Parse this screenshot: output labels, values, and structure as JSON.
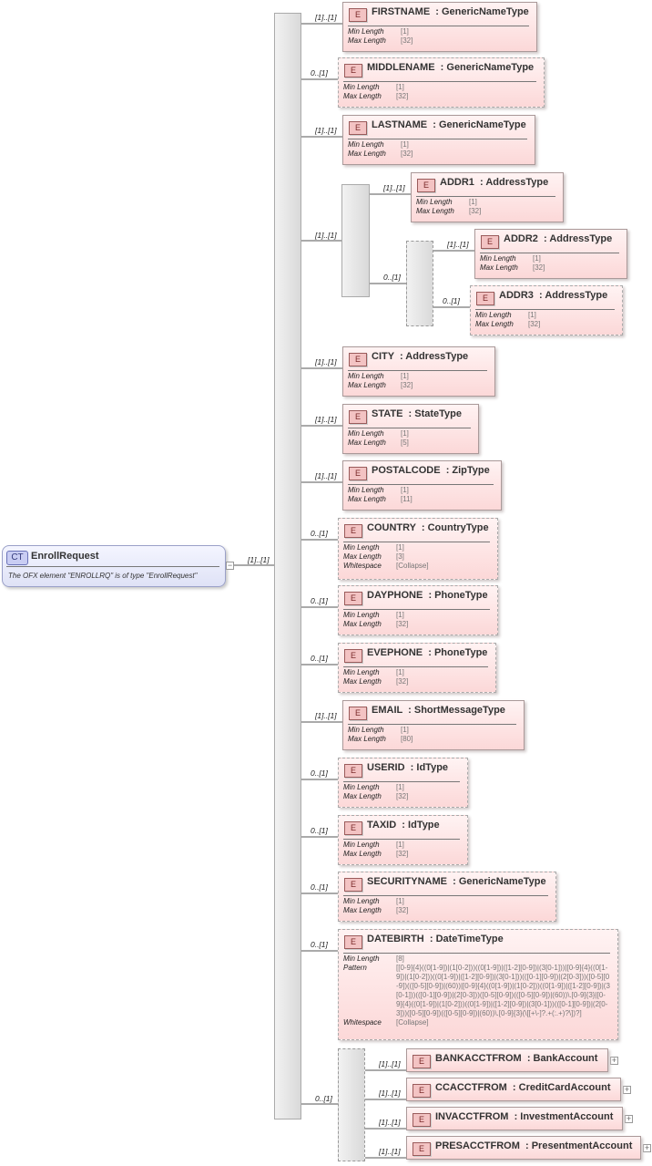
{
  "complex_type": {
    "badge": "CT",
    "name": "EnrollRequest",
    "documentation": "The OFX element \"ENROLLRQ\" is of type \"EnrollRequest\"",
    "cardinality": "[1]..[1]"
  },
  "element_badge": "E",
  "labels": {
    "min_length": "Min Length",
    "max_length": "Max Length",
    "pattern": "Pattern",
    "whitespace": "Whitespace"
  },
  "elements": [
    {
      "name": "FIRSTNAME",
      "type": "GenericNameType",
      "card": "[1]..[1]",
      "min": "[1]",
      "max": "[32]"
    },
    {
      "name": "MIDDLENAME",
      "type": "GenericNameType",
      "card": "0..[1]",
      "min": "[1]",
      "max": "[32]"
    },
    {
      "name": "LASTNAME",
      "type": "GenericNameType",
      "card": "[1]..[1]",
      "min": "[1]",
      "max": "[32]"
    },
    {
      "name": "ADDR1",
      "type": "AddressType",
      "card": "[1]..[1]",
      "min": "[1]",
      "max": "[32]"
    },
    {
      "name": "ADDR2",
      "type": "AddressType",
      "card": "[1]..[1]",
      "min": "[1]",
      "max": "[32]"
    },
    {
      "name": "ADDR3",
      "type": "AddressType",
      "card": "0..[1]",
      "min": "[1]",
      "max": "[32]"
    },
    {
      "name": "CITY",
      "type": "AddressType",
      "card": "[1]..[1]",
      "min": "[1]",
      "max": "[32]"
    },
    {
      "name": "STATE",
      "type": "StateType",
      "card": "[1]..[1]",
      "min": "[1]",
      "max": "[5]"
    },
    {
      "name": "POSTALCODE",
      "type": "ZipType",
      "card": "[1]..[1]",
      "min": "[1]",
      "max": "[11]"
    },
    {
      "name": "COUNTRY",
      "type": "CountryType",
      "card": "0..[1]",
      "min": "[1]",
      "max": "[3]",
      "whitespace": "[Collapse]"
    },
    {
      "name": "DAYPHONE",
      "type": "PhoneType",
      "card": "0..[1]",
      "min": "[1]",
      "max": "[32]"
    },
    {
      "name": "EVEPHONE",
      "type": "PhoneType",
      "card": "0..[1]",
      "min": "[1]",
      "max": "[32]"
    },
    {
      "name": "EMAIL",
      "type": "ShortMessageType",
      "card": "[1]..[1]",
      "min": "[1]",
      "max": "[80]"
    },
    {
      "name": "USERID",
      "type": "IdType",
      "card": "0..[1]",
      "min": "[1]",
      "max": "[32]"
    },
    {
      "name": "TAXID",
      "type": "IdType",
      "card": "0..[1]",
      "min": "[1]",
      "max": "[32]"
    },
    {
      "name": "SECURITYNAME",
      "type": "GenericNameType",
      "card": "0..[1]",
      "min": "[1]",
      "max": "[32]"
    },
    {
      "name": "DATEBIRTH",
      "type": "DateTimeType",
      "card": "0..[1]",
      "min": "[8]",
      "pattern": "[[0-9]{4}((0[1-9])|(1[0-2]))((0[1-9])|([1-2][0-9])|(3[0-1]))|[0-9]{4}((0[1-9])|(1[0-2]))((0[1-9])|([1-2][0-9])|(3[0-1]))(([0-1][0-9])|(2[0-3]))([0-5][0-9])(([0-5][0-9])|(60))|[0-9]{4}((0[1-9])|(1[0-2]))((0[1-9])|([1-2][0-9])|(3[0-1]))(([0-1][0-9])|(2[0-3]))([0-5][0-9])(([0-5][0-9])|(60))\\.[0-9]{3}|[0-9]{4}((0[1-9])|(1[0-2]))((0[1-9])|([1-2][0-9])|(3[0-1]))(([0-1][0-9])|(2[0-3]))([0-5][0-9])(([0-5][0-9])|(60))\\.[0-9]{3}(\\[[+\\-]?.+(:.+)?\\])?]",
      "whitespace": "[Collapse]"
    },
    {
      "name": "BANKACCTFROM",
      "type": "BankAccount",
      "card": "[1]..[1]"
    },
    {
      "name": "CCACCTFROM",
      "type": "CreditCardAccount",
      "card": "[1]..[1]"
    },
    {
      "name": "INVACCTFROM",
      "type": "InvestmentAccount",
      "card": "[1]..[1]"
    },
    {
      "name": "PRESACCTFROM",
      "type": "PresentmentAccount",
      "card": "[1]..[1]"
    }
  ],
  "groups": {
    "address_sequence_card": "[1]..[1]",
    "address_subsequence_card": "0..[1]",
    "account_choice_card": "0..[1]"
  },
  "expand_glyph": "+",
  "collapse_glyph": "−"
}
